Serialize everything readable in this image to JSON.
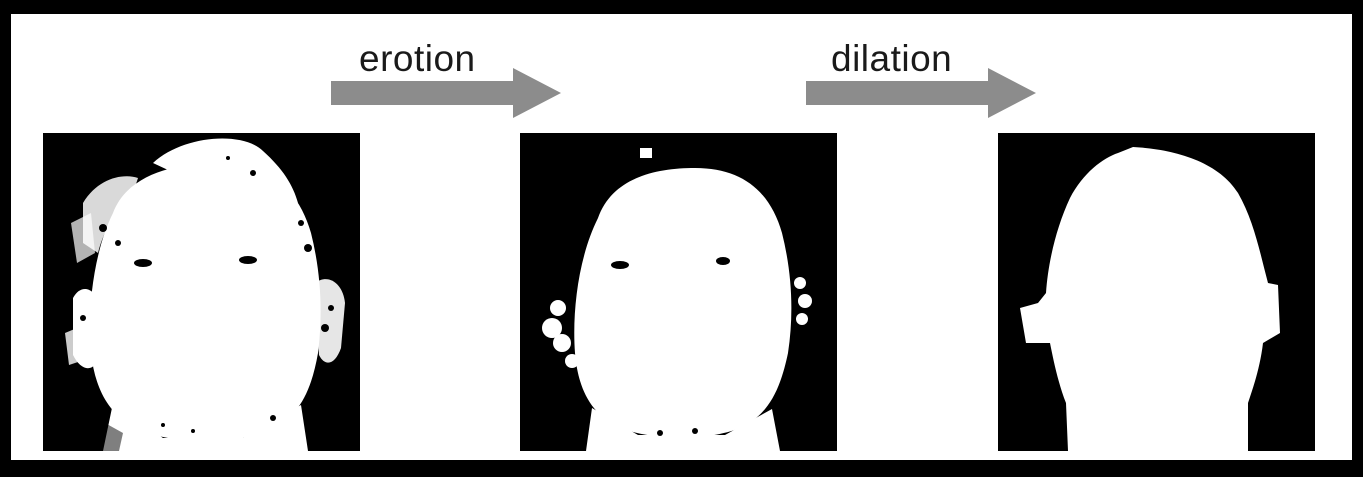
{
  "steps": [
    {
      "label": "erotion"
    },
    {
      "label": "dilation"
    }
  ],
  "images": [
    {
      "name": "original-binary-mask"
    },
    {
      "name": "eroded-mask"
    },
    {
      "name": "dilated-mask"
    }
  ],
  "colors": {
    "background": "#000000",
    "panel": "#ffffff",
    "arrow": "#8c8c8c",
    "mask_foreground": "#ffffff",
    "mask_background": "#000000"
  }
}
